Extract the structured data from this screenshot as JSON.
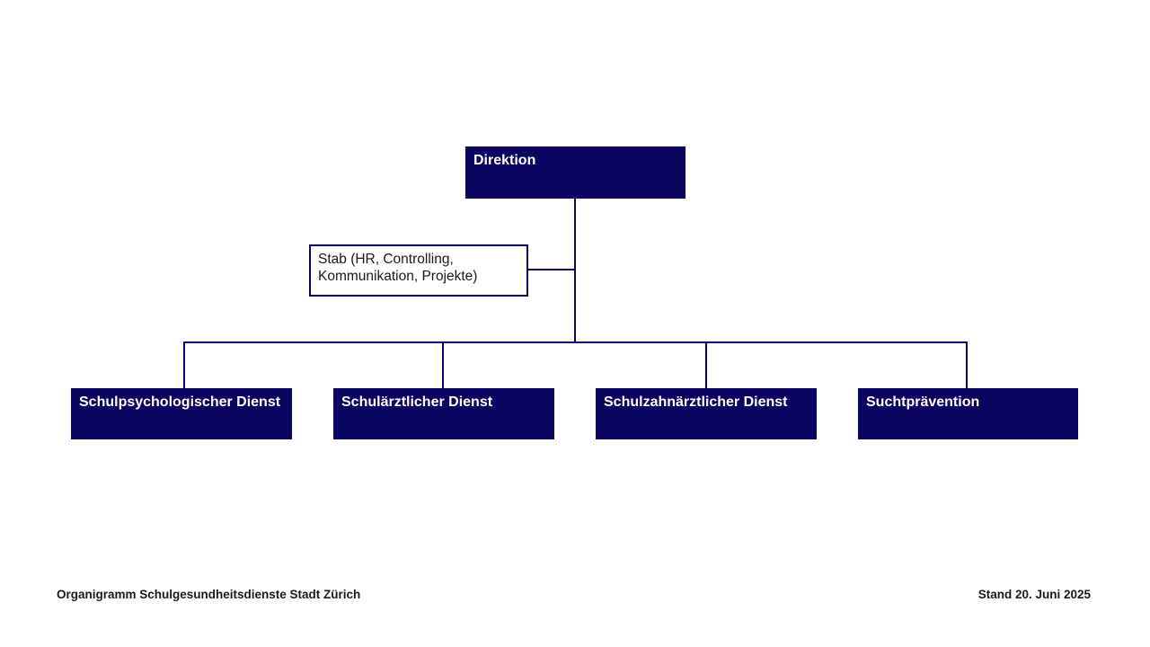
{
  "org_chart": {
    "root": {
      "label": "Direktion"
    },
    "stab": {
      "label": "Stab (HR, Controlling, Kommunikation, Projekte)"
    },
    "departments": [
      {
        "label": "Schulpsychologischer Dienst"
      },
      {
        "label": "Schulärztlicher Dienst"
      },
      {
        "label": "Schulzahnärztlicher Dienst"
      },
      {
        "label": "Suchtprävention"
      }
    ]
  },
  "footer": {
    "left": "Organigramm Schulgesundheitsdienste Stadt Zürich",
    "right": "Stand 20. Juni 2025"
  },
  "colors": {
    "box_fill": "#0a0561",
    "box_text": "#ffffff",
    "outlined_box_text": "#1a1a1a",
    "connector": "#0a0561",
    "background": "#ffffff"
  }
}
